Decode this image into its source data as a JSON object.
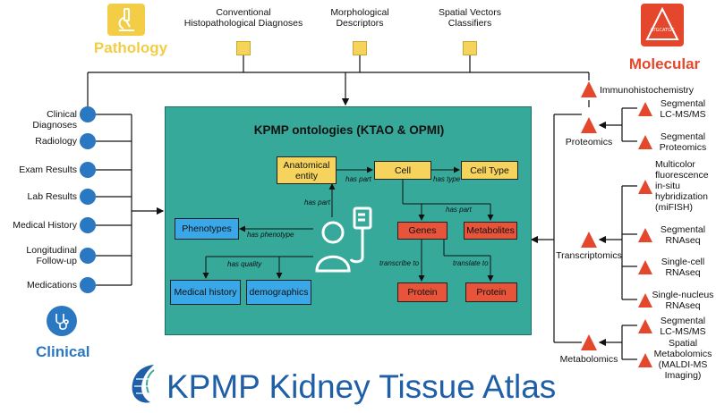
{
  "pathology": {
    "title": "Pathology",
    "items": [
      "Conventional\nHistopathological Diagnoses",
      "Morphological\nDescriptors",
      "Spatial Vectors\nClassifiers"
    ]
  },
  "molecular": {
    "title": "Molecular",
    "icon_text": "ATGCATGC",
    "immunohistochemistry": "Immunohistochemistry",
    "proteomics": {
      "label": "Proteomics",
      "children": [
        "Segmental\nLC-MS/MS",
        "Segmental\nProteomics"
      ]
    },
    "transcriptomics": {
      "label": "Transcriptomics",
      "children": [
        "Multicolor\nfluorescence\nin-situ\nhybridization\n(miFISH)",
        "Segmental\nRNAseq",
        "Single-cell\nRNAseq",
        "Single-nucleus\nRNAseq"
      ]
    },
    "metabolomics": {
      "label": "Metabolomics",
      "children": [
        "Segmental\nLC-MS/MS",
        "Spatial\nMetabolomics\n(MALDI-MS\nImaging)"
      ]
    }
  },
  "clinical": {
    "title": "Clinical",
    "items": [
      "Clinical Diagnoses",
      "Radiology",
      "Exam Results",
      "Lab Results",
      "Medical History",
      "Longitudinal\nFollow-up",
      "Medications"
    ]
  },
  "ontology": {
    "title": "KPMP ontologies (KTAO & OPMI)",
    "nodes": {
      "anatomical": "Anatomical\nentity",
      "cell": "Cell",
      "cell_type": "Cell Type",
      "genes": "Genes",
      "metabolites": "Metabolites",
      "protein1": "Protein",
      "protein2": "Protein",
      "phenotypes": "Phenotypes",
      "medical_history": "Medical history",
      "demographics": "demographics"
    },
    "edges": {
      "has_part_1": "has part",
      "has_part_2": "has part",
      "has_type": "has type",
      "has_part_3": "has part",
      "has_phenotype": "has phenotype",
      "has_quality": "has quality",
      "transcribe_to": "transcribe to",
      "translate_to": "translate to"
    }
  },
  "footer": {
    "title": "KPMP Kidney Tissue Atlas"
  },
  "colors": {
    "teal": "#36a99b",
    "pathology": "#f2cd45",
    "molecular": "#e5472d",
    "clinical": "#2a77c2",
    "atlas_title": "#1f5fa8"
  }
}
